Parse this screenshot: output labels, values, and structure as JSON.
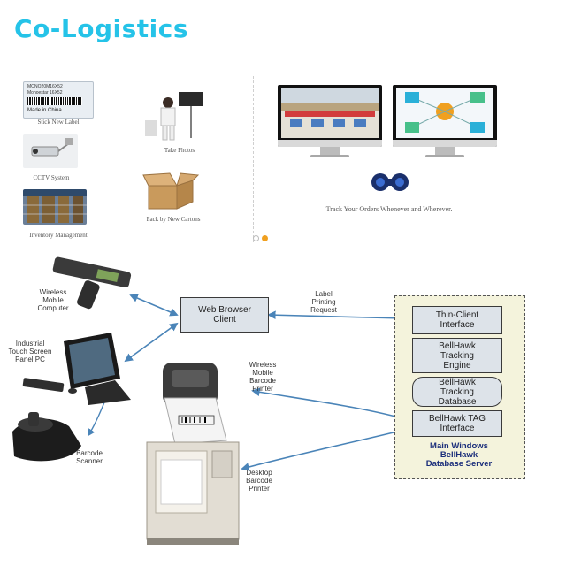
{
  "brand": {
    "title": "Co-Logistics",
    "color": "#25c3e8"
  },
  "left_panel": {
    "label_sticker": [
      "MONO20M16X52",
      "Monoestar 16X52",
      "Made in China"
    ],
    "items": [
      {
        "caption": "Stick New Label"
      },
      {
        "caption": "Take Photos"
      },
      {
        "caption": "CCTV System"
      },
      {
        "caption": "Pack by New Cartons"
      },
      {
        "caption": "Inventory Management"
      }
    ]
  },
  "right_panel": {
    "caption": "Track Your Orders Whenever and Wherever.",
    "monitor_left": "warehouse-screen",
    "monitor_right": "iot-screen",
    "icon": "binoculars-icon"
  },
  "carousel": {
    "dots": [
      "#dddddd",
      "#f0a020"
    ]
  },
  "diagram": {
    "devices": {
      "wireless_mobile_computer": "Wireless\nMobile\nComputer",
      "touch_panel_pc": "Industrial\nTouch Screen\nPanel PC",
      "barcode_scanner": "Barcode\nScanner",
      "wireless_printer": "Wireless\nMobile\nBarcode\nPrinter",
      "desktop_printer": "Desktop\nBarcode\nPrinter"
    },
    "web_browser_client": "Web Browser\nClient",
    "edge_label": "Label\nPrinting\nRequest",
    "server": {
      "modules": [
        "Thin-Client\nInterface",
        "BellHawk\nTracking\nEngine",
        "BellHawk\nTracking\nDatabase",
        "BellHawk TAG\nInterface"
      ],
      "title": "Main Windows\nBellHawk\nDatabase Server"
    },
    "colors": {
      "arrow": "#4a84b8",
      "box_fill": "#dde3e9",
      "server_fill": "#f4f3dc",
      "title": "#1a2d7a"
    }
  }
}
